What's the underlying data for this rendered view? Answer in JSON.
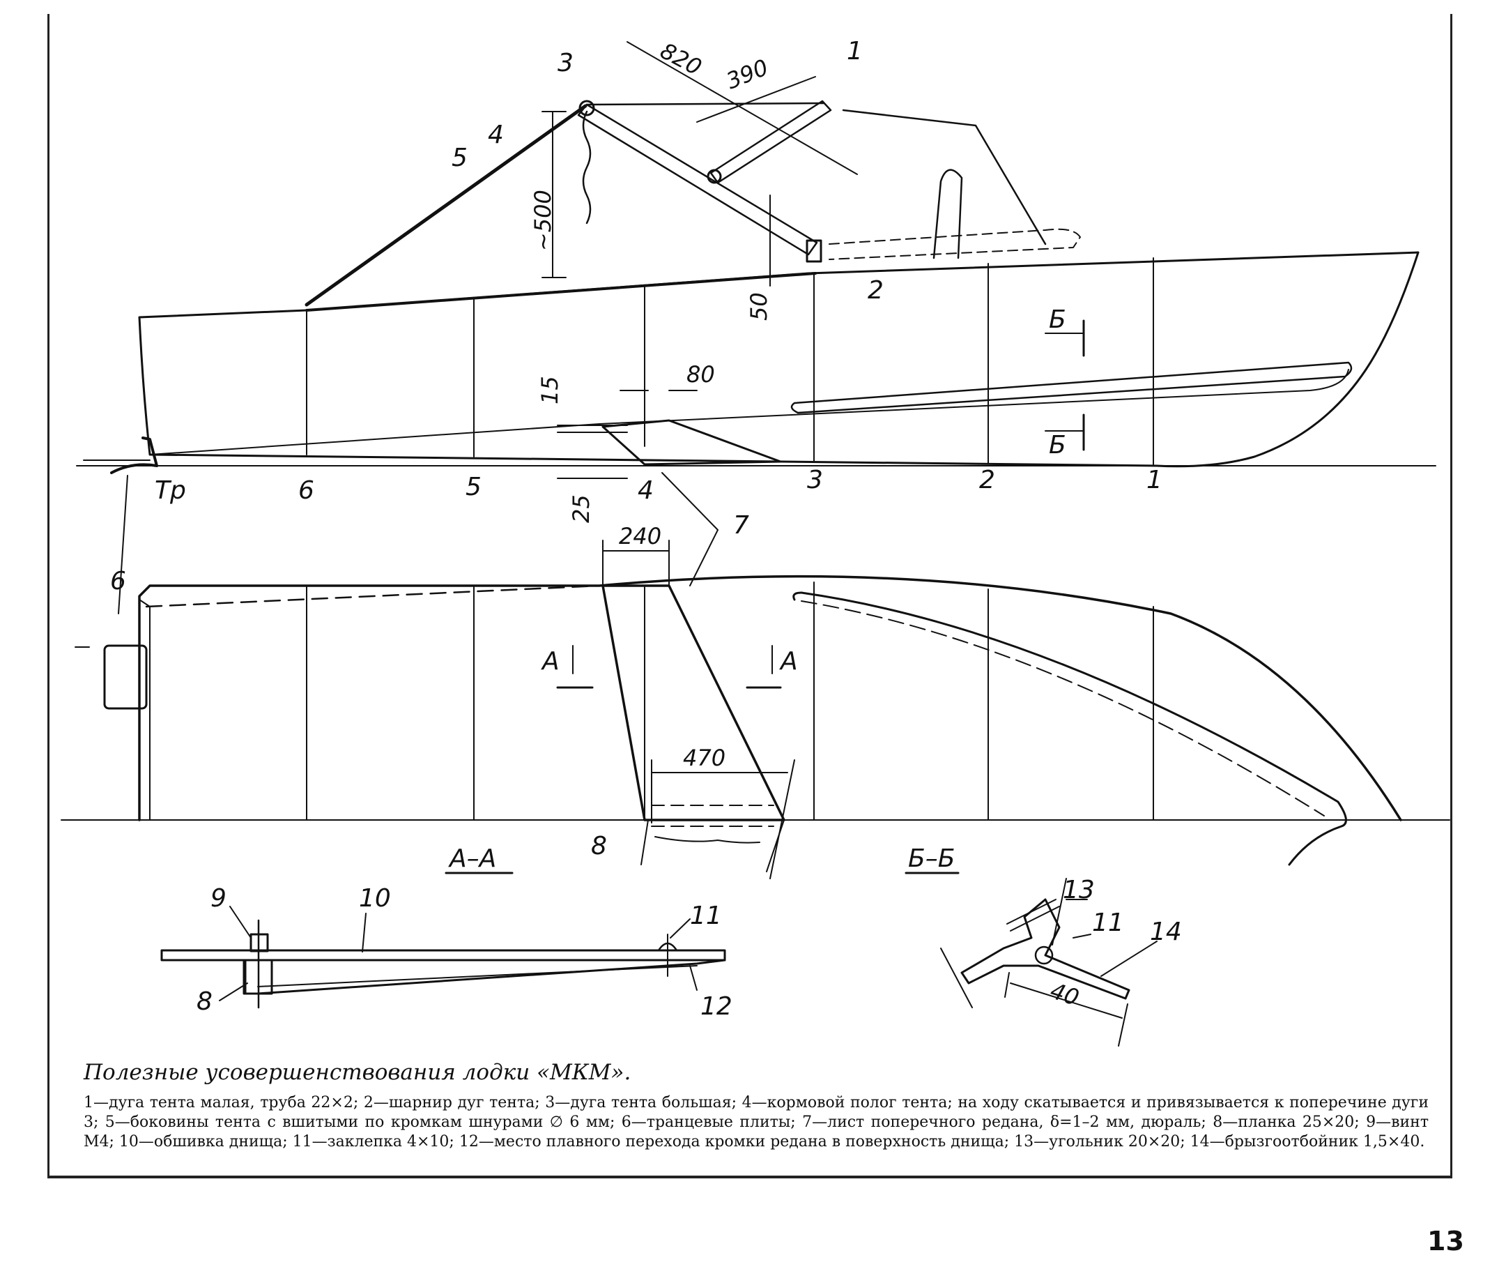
{
  "labels": {
    "part_1": "1",
    "part_2": "2",
    "part_3": "3",
    "part_4": "4",
    "part_5": "5",
    "part_6": "6",
    "part_7": "7",
    "part_8_top": "8",
    "part_8_bottom": "8",
    "part_9": "9",
    "part_10": "10",
    "part_11_left": "11",
    "part_11_right": "11",
    "part_12": "12",
    "part_13": "13",
    "part_14": "14"
  },
  "dimensions": {
    "d820": "820",
    "d390": "390",
    "d500": "~500",
    "d50": "50",
    "d15": "15",
    "d80": "80",
    "d25": "25",
    "d240": "240",
    "d470": "470",
    "d40": "40"
  },
  "stations": [
    "Тр",
    "6",
    "5",
    "4",
    "3",
    "2",
    "1"
  ],
  "sections": {
    "aa_mark": "А",
    "bb_mark": "Б",
    "aa_title": "А–А",
    "bb_title": "Б–Б"
  },
  "caption": {
    "title": "Полезные усовершенствования лодки «МКМ».",
    "body": "1—дуга тента малая, труба 22×2; 2—шарнир дуг тента; 3—дуга тента большая; 4—кормовой полог тента; на ходу скатывается и привязывается к поперечине дуги 3; 5—боковины тента с вшитыми по кромкам шнурами ∅ 6 мм; 6—транцевые плиты; 7—лист поперечного редана, δ=1–2 мм, дюраль; 8—планка 25×20; 9—винт М4; 10—обшивка днища; 11—заклепка 4×10; 12—место плавного перехода кромки редана в поверхность днища; 13—угольник 20×20; 14—брызгоотбойник 1,5×40."
  },
  "page_number": "13"
}
